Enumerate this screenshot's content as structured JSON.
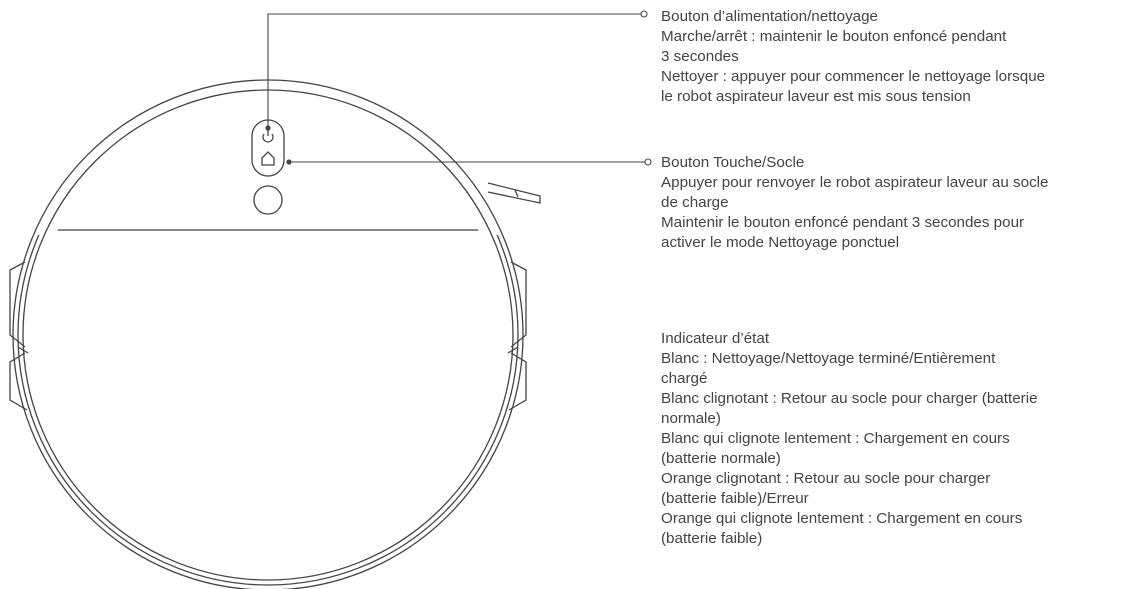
{
  "colors": {
    "line": "#444444",
    "text": "#444444",
    "background": "#ffffff"
  },
  "icons": {
    "power": "power-icon",
    "home": "home-icon"
  },
  "callouts": {
    "power": {
      "title": "Bouton d’alimentation/nettoyage",
      "lines": [
        "Marche/arrêt : maintenir le bouton enfoncé pendant",
        "3 secondes",
        "Nettoyer : appuyer pour commencer le nettoyage lorsque",
        "le robot aspirateur laveur est mis sous tension"
      ]
    },
    "home": {
      "title": "Bouton Touche/Socle",
      "lines": [
        "Appuyer pour renvoyer le robot aspirateur laveur au socle",
        "de charge",
        "Maintenir le bouton enfoncé pendant 3 secondes pour",
        "activer le mode Nettoyage ponctuel"
      ]
    },
    "status": {
      "title": "Indicateur d’état",
      "lines": [
        "Blanc : Nettoyage/Nettoyage terminé/Entièrement",
        "chargé",
        "Blanc clignotant : Retour au socle pour charger (batterie",
        "normale)",
        "Blanc qui clignote lentement : Chargement en cours",
        "(batterie normale)",
        "Orange clignotant : Retour au socle pour charger",
        "(batterie faible)/Erreur",
        "Orange qui clignote lentement : Chargement en cours",
        "(batterie faible)"
      ]
    }
  }
}
